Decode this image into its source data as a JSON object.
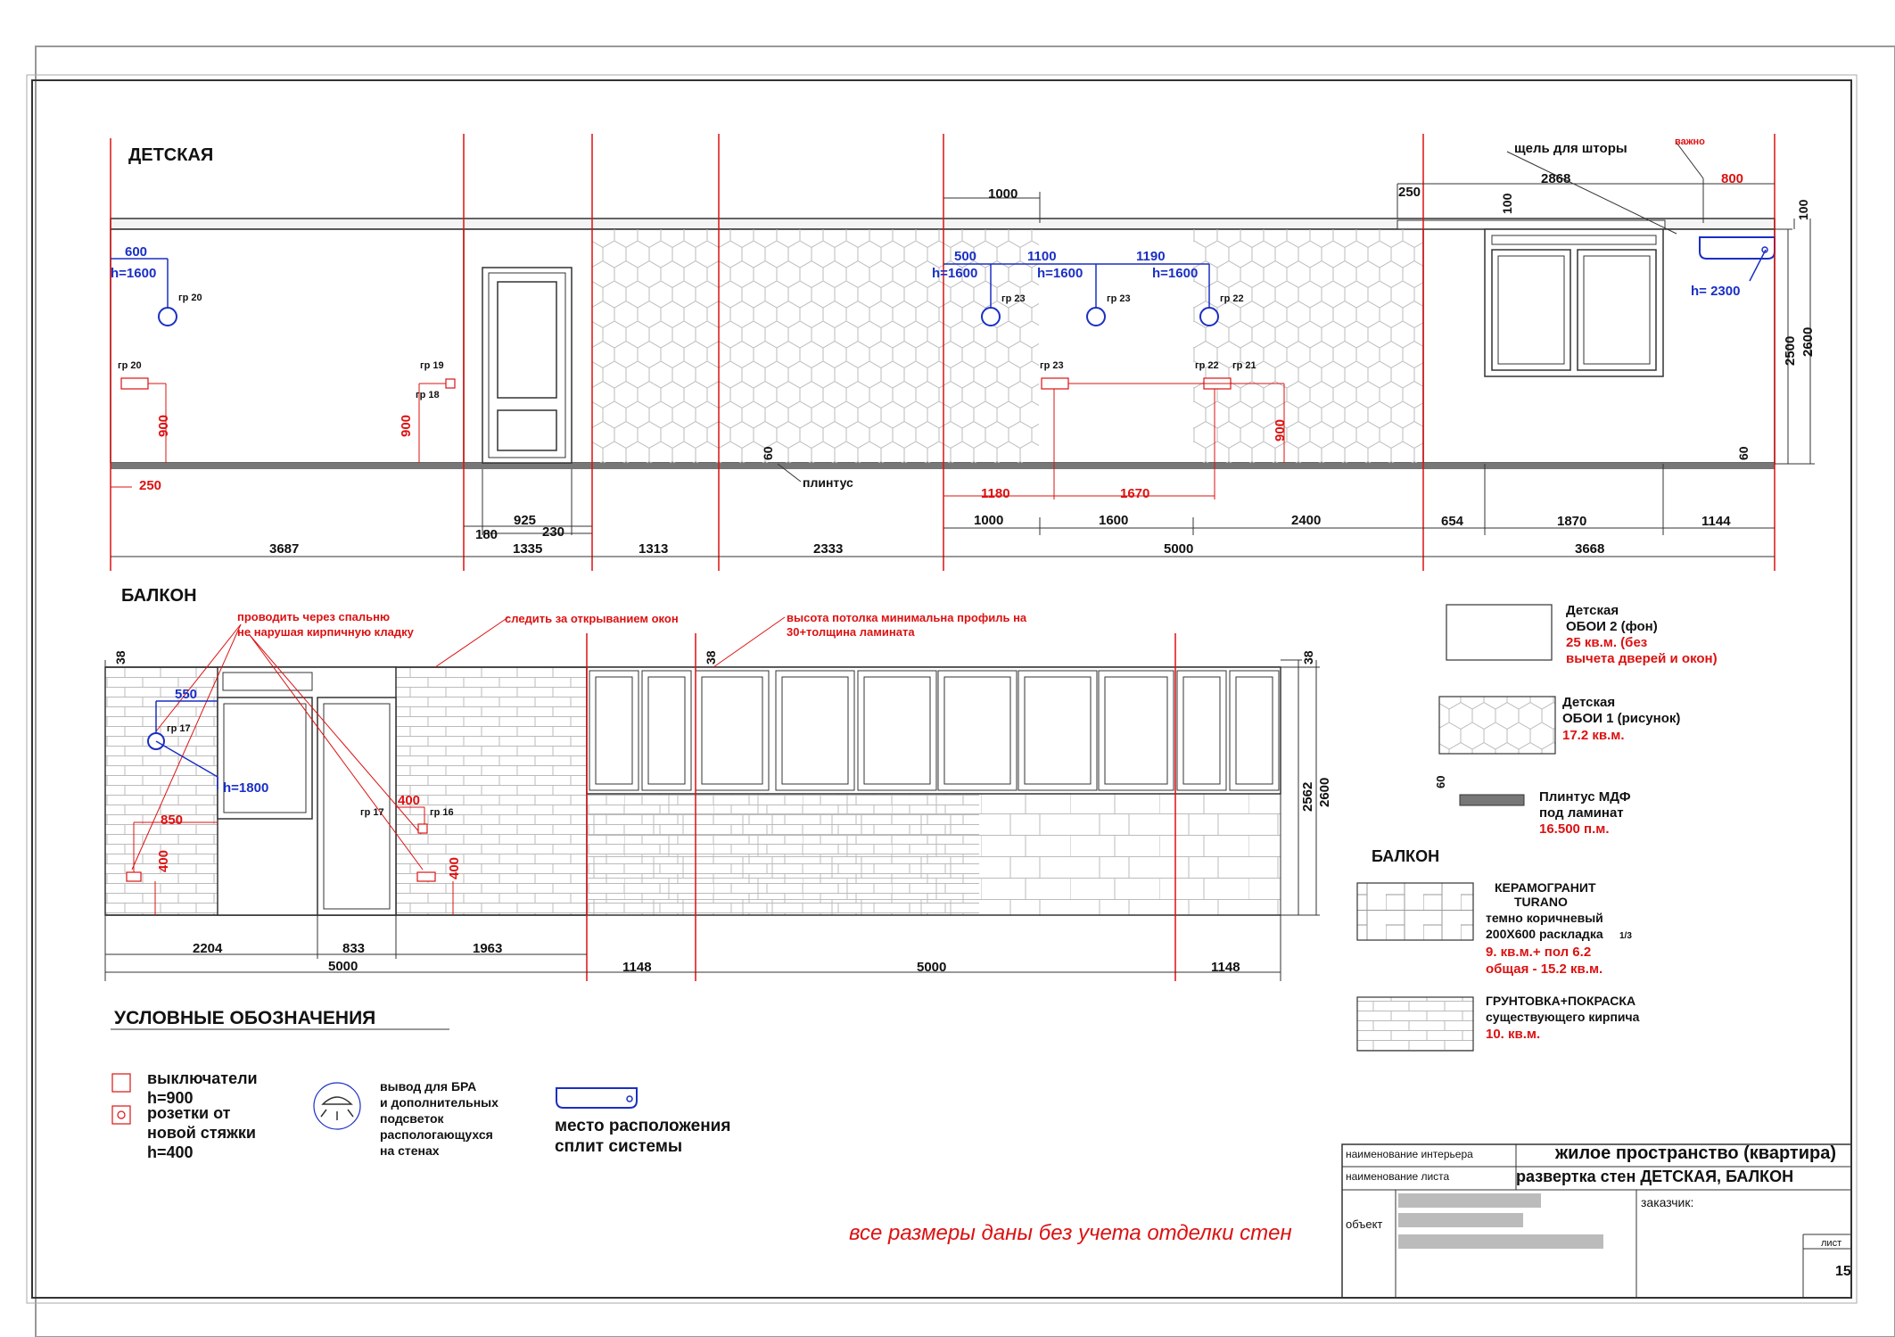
{
  "sections": {
    "detskaya": "ДЕТСКАЯ",
    "balkon": "БАЛКОН",
    "legend_title": "УСЛОВНЫЕ ОБОЗНАЧЕНИЯ"
  },
  "top": {
    "curtain_gap": "щель для шторы",
    "important": "важно",
    "plinth": "плинтус",
    "dims_top": {
      "d1000": "1000",
      "d250": "250",
      "d2868": "2868",
      "d800": "800",
      "d100a": "100",
      "d100b": "100"
    },
    "sockets": {
      "a_w": "600",
      "a_h": "h=1600",
      "a_gr": "гр 20",
      "b_w": "500",
      "b_h": "h=1600",
      "b_gr": "гр 23",
      "c_w": "1100",
      "c_h": "h=1600",
      "c_gr": "гр 23",
      "d_w": "1190",
      "d_h": "h=1600",
      "d_gr": "гр 22",
      "ac_h": "h= 2300"
    },
    "switches": {
      "s1": "гр 20",
      "s2": "гр 19",
      "s3": "гр 18",
      "s4": "гр 23",
      "s5": "гр 22",
      "s6": "гр 21",
      "h900a": "900",
      "h900b": "900",
      "h900c": "900",
      "d250": "250",
      "d1180": "1180",
      "d1670": "1670"
    },
    "vert": {
      "d60a": "60",
      "d60b": "60",
      "d2500": "2500",
      "d2600": "2600"
    },
    "dims_row1": {
      "d925": "925",
      "d180": "180",
      "d230": "230",
      "d1000": "1000",
      "d1600": "1600",
      "d2400": "2400",
      "d654": "654",
      "d1870": "1870",
      "d1144": "1144"
    },
    "dims_row2": {
      "d3687": "3687",
      "d1335": "1335",
      "d1313": "1313",
      "d2333": "2333",
      "d5000": "5000",
      "d3668": "3668"
    }
  },
  "balcony": {
    "note1a": "проводить через спальню",
    "note1b": "не нарушая кирпичную кладку",
    "note2": "следить за открыванием окон",
    "note3a": "высота потолка минимальна профиль на",
    "note3b": "30+толщина ламината",
    "d38a": "38",
    "d38b": "38",
    "d38c": "38",
    "d550": "550",
    "gr17a": "гр 17",
    "h1800": "h=1800",
    "d850": "850",
    "d400a": "400",
    "d400b": "400",
    "d400c": "400",
    "gr17b": "гр 17",
    "gr16": "гр 16",
    "d2562": "2562",
    "d2600": "2600",
    "dims": {
      "d2204": "2204",
      "d833": "833",
      "d1963": "1963",
      "d5000a": "5000",
      "d1148a": "1148",
      "d5000b": "5000",
      "d1148b": "1148"
    }
  },
  "materials": {
    "m1": {
      "l1": "Детская",
      "l2": "ОБОИ 2 (фон)",
      "l3": "25 кв.м. (без",
      "l4": "вычета дверей и окон)"
    },
    "m2": {
      "l1": "Детская",
      "l2": "ОБОИ 1 (рисунок)",
      "l3": "17.2 кв.м."
    },
    "m3": {
      "d60": "60",
      "l1": "Плинтус МДФ",
      "l2": "под ламинат",
      "l3": "16.500 п.м."
    },
    "balkon_title": "БАЛКОН",
    "m4": {
      "l1": "КЕРАМОГРАНИТ",
      "l2": "TURANO",
      "l3": "темно коричневый",
      "l4": "200X600 раскладка",
      "frac": "1/3",
      "l5": "9. кв.м.+ пол 6.2",
      "l6": "общая - 15.2 кв.м."
    },
    "m5": {
      "l1": "ГРУНТОВКА+ПОКРАСКА",
      "l2": "существующего кирпича",
      "l3": "10. кв.м."
    }
  },
  "legend": {
    "sw1": "выключатели",
    "sw2": "h=900",
    "so1": "розетки от",
    "so2": "новой стяжки",
    "so3": "h=400",
    "br1": "вывод для БРА",
    "br2": "и дополнительных",
    "br3": "подсветок",
    "br4": "распологающухся",
    "br5": "на стенах",
    "ac1": "место расположения",
    "ac2": "сплит системы"
  },
  "note_bottom": "все размеры даны без учета  отделки стен",
  "title_block": {
    "interior_label": "наименование интерьера",
    "interior_value": "жилое пространство (квартира)",
    "sheet_name_label": "наименование листа",
    "sheet_name_value": "развертка стен ДЕТСКАЯ, БАЛКОН",
    "object_label": "объект",
    "customer_label": "заказчик:",
    "sheet_label": "лист",
    "sheet_no": "15"
  },
  "colors": {
    "red": "#d11111",
    "blue": "#1a2fc4",
    "line": "#222222"
  },
  "icons": [
    "wall-sconce-icon",
    "ac-unit-icon",
    "switch-icon",
    "socket-icon"
  ]
}
